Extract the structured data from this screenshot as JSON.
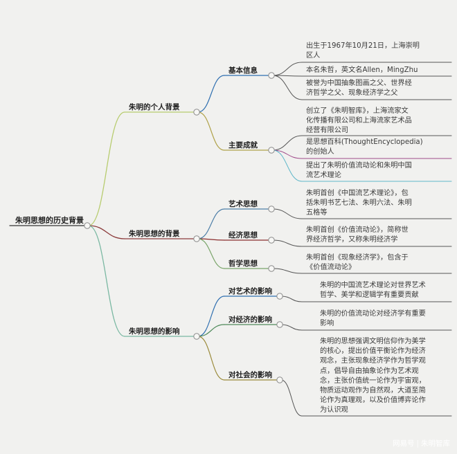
{
  "root": {
    "label": "朱明思想的历史背景"
  },
  "branches": [
    {
      "label": "朱明的个人背景",
      "children": [
        {
          "label": "基本信息",
          "leaves": [
            "出生于1967年10月21日，上海崇明\n区人",
            "本名朱哲，英文名Allen，MingZhu",
            "被誉为中国抽象图画之父、世界经\n济哲学之父、现象经济学之父"
          ]
        },
        {
          "label": "主要成就",
          "leaves": [
            "创立了《朱明智库》，上海流家文\n化传播有限公司和上海流家艺术品\n经营有限公司",
            "是思想百科(ThoughtEncyclopedia)\n的创始人",
            "提出了朱明价值流动论和朱明中国\n流艺术理论"
          ]
        }
      ]
    },
    {
      "label": "朱明思想的背景",
      "children": [
        {
          "label": "艺术思想",
          "leaves": [
            "朱明首创《中国流艺术理论》，包\n括朱明书艺七法、朱明六法、朱明\n五格等"
          ]
        },
        {
          "label": "经济思想",
          "leaves": [
            "朱明首创《价值流动论》，简称世\n界经济哲学，又称朱明经济学"
          ]
        },
        {
          "label": "哲学思想",
          "leaves": [
            "朱明首创《现象经济学》，包含于\n《价值流动论》"
          ]
        }
      ]
    },
    {
      "label": "朱明思想的影响",
      "children": [
        {
          "label": "对艺术的影响",
          "leaves": [
            "朱明的中国流艺术理论对世界艺术\n哲学、美学和逻辑学有重要贡献"
          ]
        },
        {
          "label": "对经济的影响",
          "leaves": [
            "朱明的价值流动论对经济学有重要\n影响"
          ]
        },
        {
          "label": "对社会的影响",
          "leaves": [
            "朱明的思想强调文明信仰作为美学\n的核心，提出价值平衡论作为经济\n观念，主张现象经济学作为哲学观\n点，倡导自由抽象论作为艺术观\n念，主张价值统一论作为宇宙观，\n物质运动观作为自然观，大道至简\n论作为真理观，以及价值博弈论作\n为认识观"
          ]
        }
      ]
    }
  ],
  "watermark": {
    "source": "网易号",
    "author": "朱明智库"
  },
  "colors": {
    "background": "#f1f1ef",
    "branch_personal": "#b7cc6e",
    "branch_background": "#8b3a3a",
    "branch_influence": "#7ab8a2",
    "leaf_line": "#404040"
  }
}
